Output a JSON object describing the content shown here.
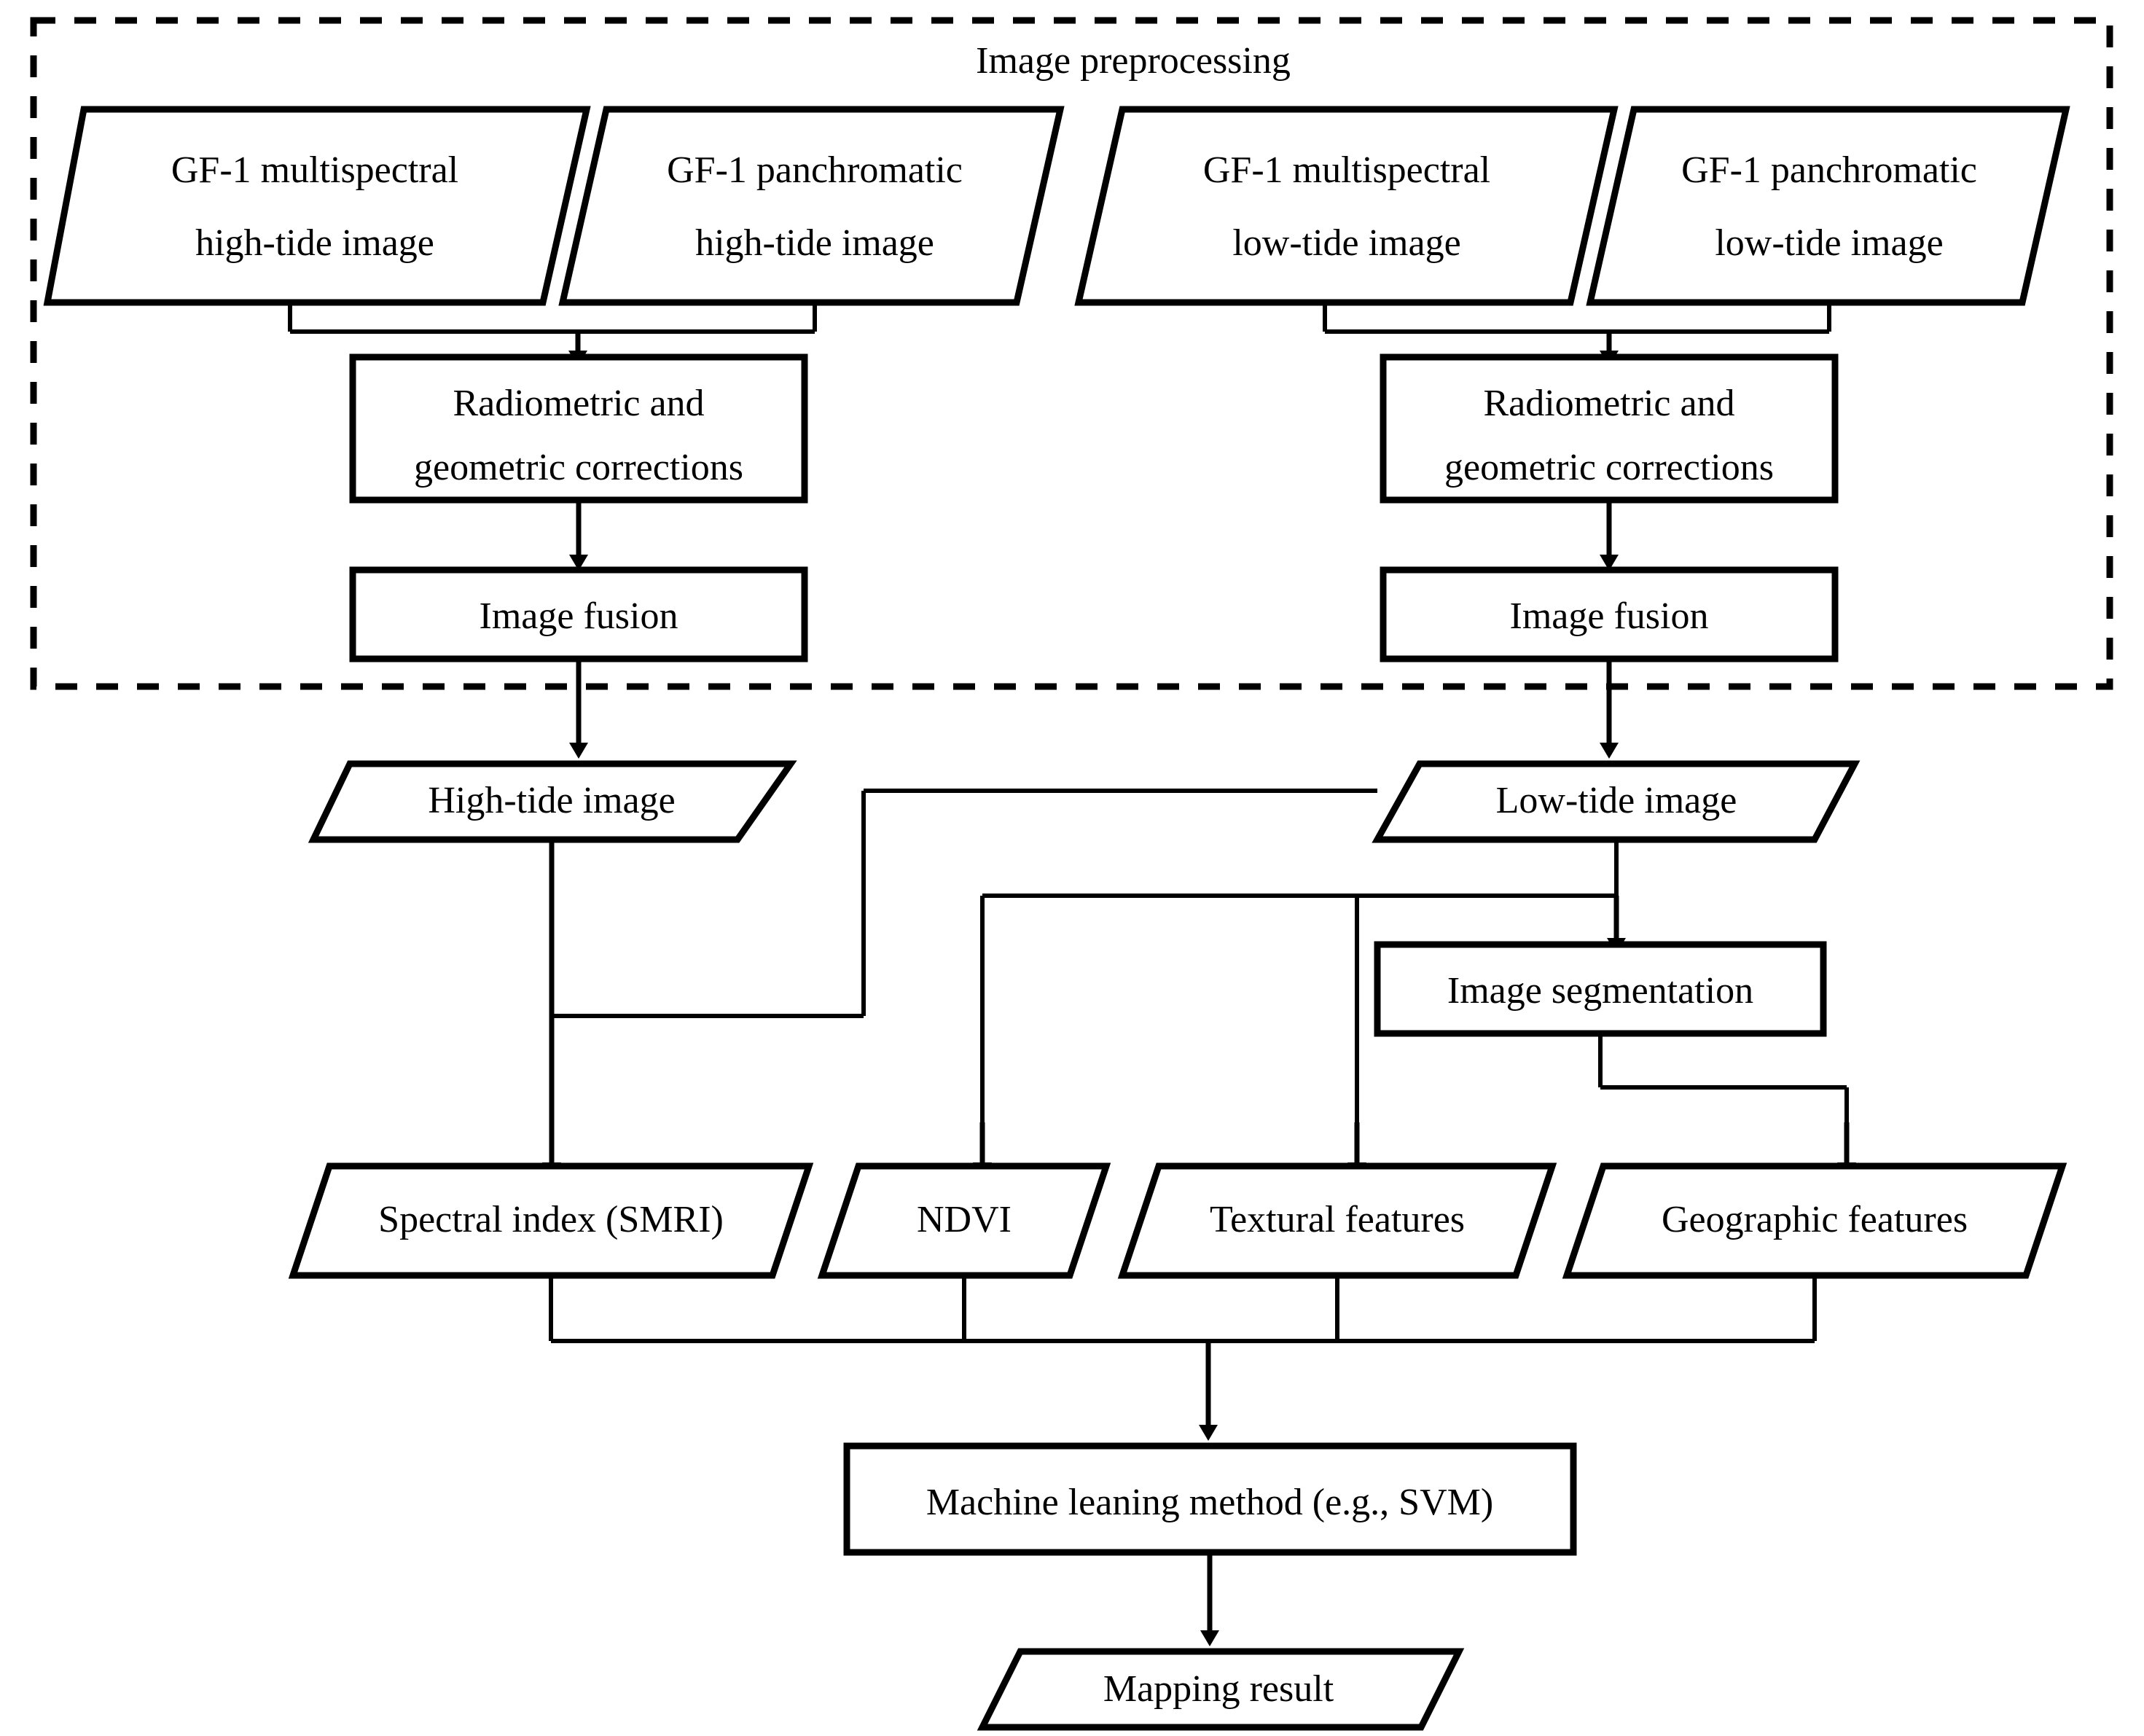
{
  "diagram": {
    "title": "Image preprocessing",
    "type": "flowchart",
    "group_label": "Image preprocessing",
    "colors": {
      "stroke": "#000000",
      "fill": "#ffffff",
      "background": "#ffffff"
    },
    "nodes": [
      {
        "id": "ms-high",
        "shape": "parallelogram",
        "line1": "GF-1 multispectral",
        "line2": "high-tide image"
      },
      {
        "id": "pan-high",
        "shape": "parallelogram",
        "line1": "GF-1 panchromatic",
        "line2": "high-tide image"
      },
      {
        "id": "ms-low",
        "shape": "parallelogram",
        "line1": "GF-1 multispectral",
        "line2": "low-tide image"
      },
      {
        "id": "pan-low",
        "shape": "parallelogram",
        "line1": "GF-1 panchromatic",
        "line2": "low-tide image"
      },
      {
        "id": "corr-left",
        "shape": "rect",
        "line1": "Radiometric and",
        "line2": "geometric corrections"
      },
      {
        "id": "corr-right",
        "shape": "rect",
        "line1": "Radiometric and",
        "line2": "geometric corrections"
      },
      {
        "id": "fusion-left",
        "shape": "rect",
        "line1": "Image fusion"
      },
      {
        "id": "fusion-right",
        "shape": "rect",
        "line1": "Image fusion"
      },
      {
        "id": "high-tide",
        "shape": "parallelogram",
        "line1": "High-tide image"
      },
      {
        "id": "low-tide",
        "shape": "parallelogram",
        "line1": "Low-tide image"
      },
      {
        "id": "segmentation",
        "shape": "rect",
        "line1": "Image segmentation"
      },
      {
        "id": "smri",
        "shape": "parallelogram",
        "line1": "Spectral index (SMRI)"
      },
      {
        "id": "ndvi",
        "shape": "parallelogram",
        "line1": "NDVI"
      },
      {
        "id": "textural",
        "shape": "parallelogram",
        "line1": "Textural features"
      },
      {
        "id": "geographic",
        "shape": "parallelogram",
        "line1": "Geographic features"
      },
      {
        "id": "ml",
        "shape": "rect",
        "line1": "Machine leaning method (e.g., SVM)"
      },
      {
        "id": "result",
        "shape": "parallelogram",
        "line1": "Mapping result"
      }
    ],
    "labels": {
      "ms_high_l1": "GF-1 multispectral",
      "ms_high_l2": "high-tide image",
      "pan_high_l1": "GF-1 panchromatic",
      "pan_high_l2": "high-tide image",
      "ms_low_l1": "GF-1 multispectral",
      "ms_low_l2": "low-tide image",
      "pan_low_l1": "GF-1 panchromatic",
      "pan_low_l2": "low-tide image",
      "corr_left_l1": "Radiometric and",
      "corr_left_l2": "geometric corrections",
      "corr_right_l1": "Radiometric and",
      "corr_right_l2": "geometric corrections",
      "fusion_left": "Image fusion",
      "fusion_right": "Image fusion",
      "high_tide": "High-tide image",
      "low_tide": "Low-tide image",
      "segmentation": "Image segmentation",
      "smri": "Spectral index (SMRI)",
      "ndvi": "NDVI",
      "textural": "Textural features",
      "geographic": "Geographic features",
      "ml": "Machine leaning method (e.g., SVM)",
      "result": "Mapping result",
      "group": "Image preprocessing"
    }
  }
}
